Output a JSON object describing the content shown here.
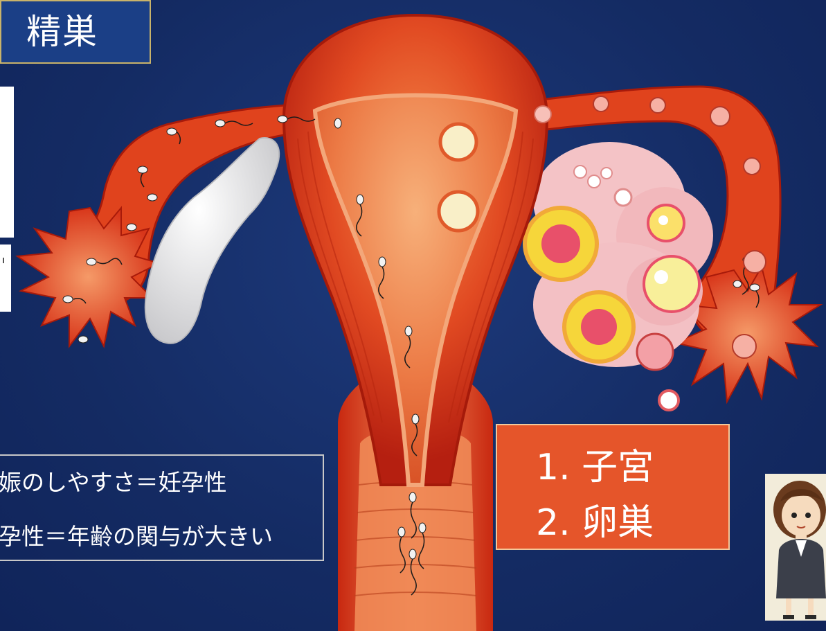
{
  "title": "精巣",
  "note": {
    "line1": "娠のしやすさ＝妊孕性",
    "line2": "孕性＝年齢の関与が大きい"
  },
  "label": {
    "item1": "1.  子宮",
    "item2": "2.  卵巣"
  },
  "colors": {
    "background": "#16306a",
    "uterus": "#d9341a",
    "label_box": "#e5552a",
    "title_box": "#1b3f86"
  }
}
